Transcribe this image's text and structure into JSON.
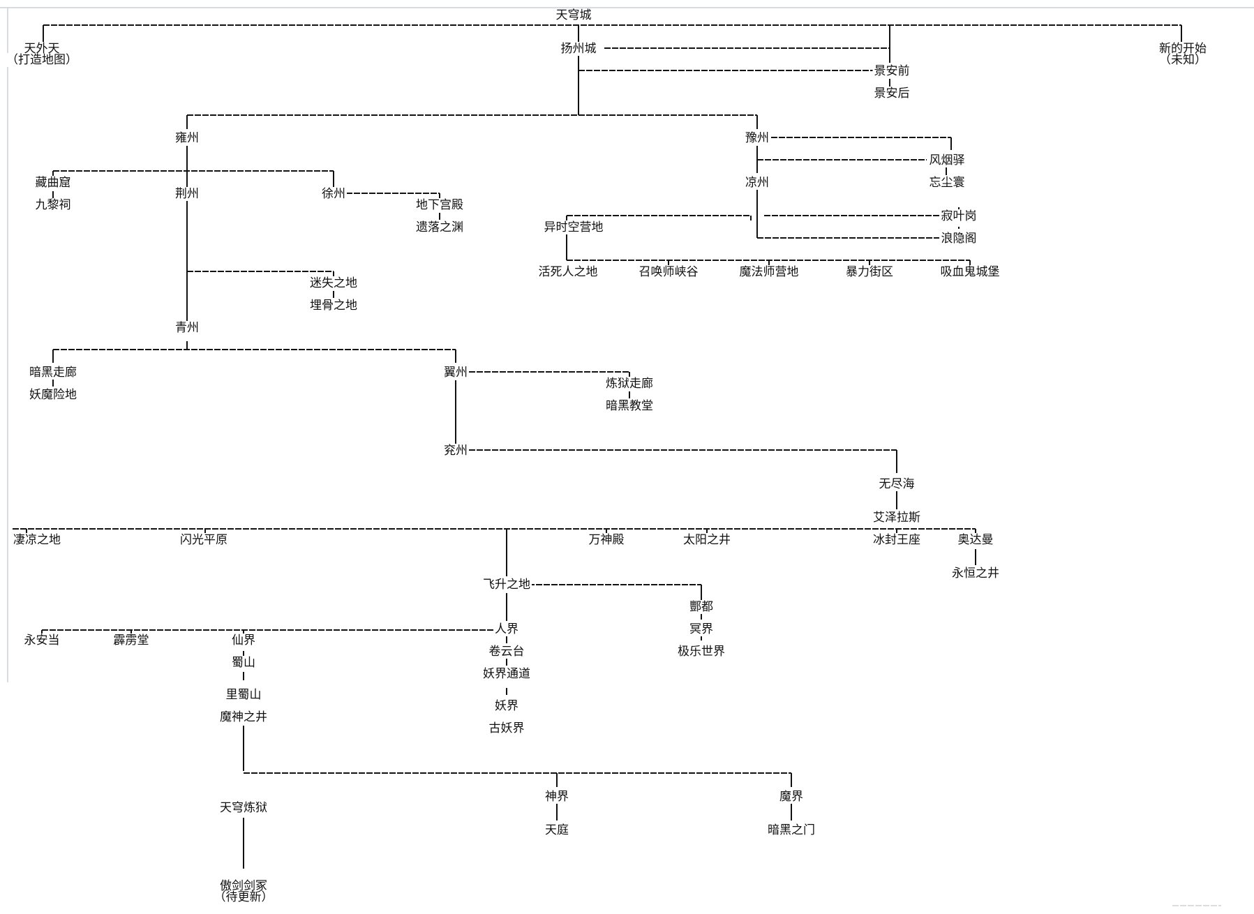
{
  "nodes": {
    "tianqiong_cheng": "天穹城",
    "tianwaitian": "天外天",
    "tianwaitian_note": "（打造地图）",
    "xindekaishi": "新的开始",
    "xindekaishi_note": "（未知）",
    "yangzhou": "扬州城",
    "jingan_qian": "景安前",
    "jingan_hou": "景安后",
    "yongzhou": "雍州",
    "yuzhou": "豫州",
    "fengyanyi": "风烟驿",
    "wangchenhuan": "忘尘寰",
    "liangzhou": "凉州",
    "cangqu_ku": "藏曲窟",
    "jiuli_ci": "九黎祠",
    "jingzhou": "荆州",
    "xuzhou": "徐州",
    "dixia_gongdian": "地下宫殿",
    "yiluo_zhiyuan": "遗落之渊",
    "yishikong_yingdi": "异时空营地",
    "jiye_gang": "寂叶岗",
    "langyin_ge": "浪隐阁",
    "huosiren": "活死人之地",
    "zhaohuanshi": "召唤师峡谷",
    "mofashi": "魔法师营地",
    "baoli_jiequ": "暴力街区",
    "xixuegui": "吸血鬼城堡",
    "mishi_zhidi": "迷失之地",
    "maigu_zhidi": "埋骨之地",
    "qingzhou": "青州",
    "anhei_zoulang": "暗黑走廊",
    "yaomo_xiandi": "妖魔险地",
    "jizhou": "翼州",
    "lianyu_zoulang": "炼狱走廊",
    "anhei_jiaotang": "暗黑教堂",
    "yanzhou": "兖州",
    "wujinhai": "无尽海",
    "aizelasi": "艾泽拉斯",
    "qiliang_zhidi": "凄凉之地",
    "shanguang_pingyuan": "闪光平原",
    "wanshen_dian": "万神殿",
    "taiyang_zhijing": "太阳之井",
    "bingfeng_wangzuo": "冰封王座",
    "aodaman": "奥达曼",
    "yongheng_zhijing": "永恒之井",
    "feisheng_zhidi": "飞升之地",
    "fengdu": "酆都",
    "mingjie": "冥界",
    "jile_shijie": "极乐世界",
    "yongandang": "永安当",
    "pilitang": "霹雳堂",
    "xianjie": "仙界",
    "renjie": "人界",
    "shushan": "蜀山",
    "juanyuntai": "卷云台",
    "yaojie_tongdao": "妖界通道",
    "lishushan": "里蜀山",
    "moshen_zhijing": "魔神之井",
    "yaojie": "妖界",
    "guyaojie": "古妖界",
    "shenjie": "神界",
    "mojie": "魔界",
    "tianqiong_lianyu": "天穹炼狱",
    "tianting": "天庭",
    "anhei_zhimen": "暗黑之门",
    "aojian_jianzhong": "傲剑剑冢",
    "aojian_jianzhong_note": "（待更新）"
  }
}
